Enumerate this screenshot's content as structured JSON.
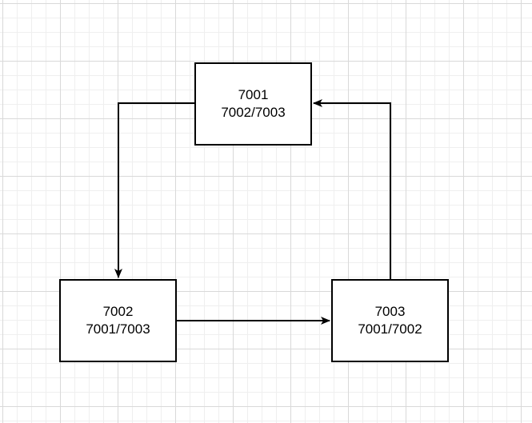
{
  "nodes": {
    "n7001": {
      "title": "7001",
      "peers": "7002/7003"
    },
    "n7002": {
      "title": "7002",
      "peers": "7001/7003"
    },
    "n7003": {
      "title": "7003",
      "peers": "7001/7002"
    }
  },
  "edges": [
    {
      "from": "7001",
      "to": "7002"
    },
    {
      "from": "7002",
      "to": "7003"
    },
    {
      "from": "7003",
      "to": "7001"
    }
  ],
  "colors": {
    "stroke": "#000000",
    "grid_major": "#d9d9d9",
    "grid_minor": "#efefef"
  }
}
